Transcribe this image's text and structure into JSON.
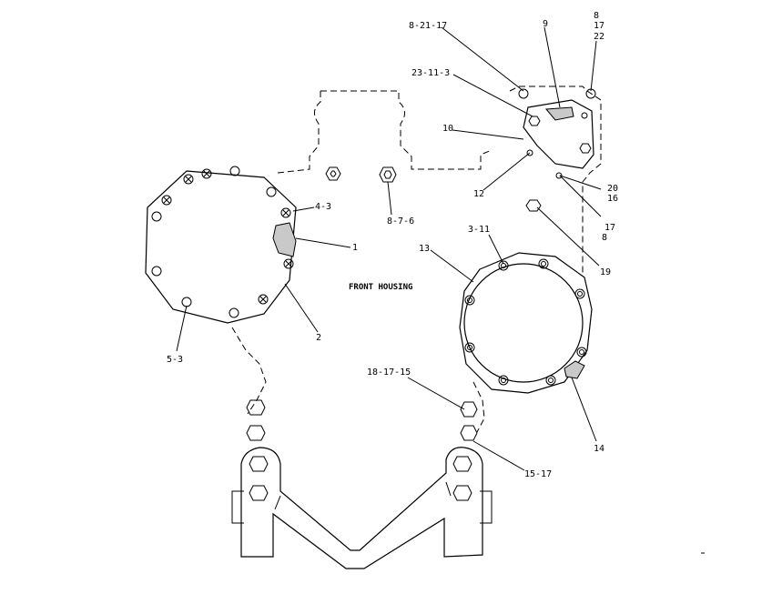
{
  "diagram": {
    "title": "FRONT HOUSING",
    "callouts": {
      "c1": "8-21-17",
      "c2": "9",
      "c3a": "8",
      "c3b": "17",
      "c3c": "22",
      "c4": "23-11-3",
      "c5": "10",
      "c6": "12",
      "c7a": "20",
      "c7b": "16",
      "c8a": "17",
      "c8b": "8",
      "c9": "4-3",
      "c10": "1",
      "c11": "8-7-6",
      "c12": "3-11",
      "c13": "13",
      "c14": "19",
      "c15": "2",
      "c16": "5-3",
      "c17": "18-17-15",
      "c18": "14",
      "c19": "15-17"
    }
  }
}
